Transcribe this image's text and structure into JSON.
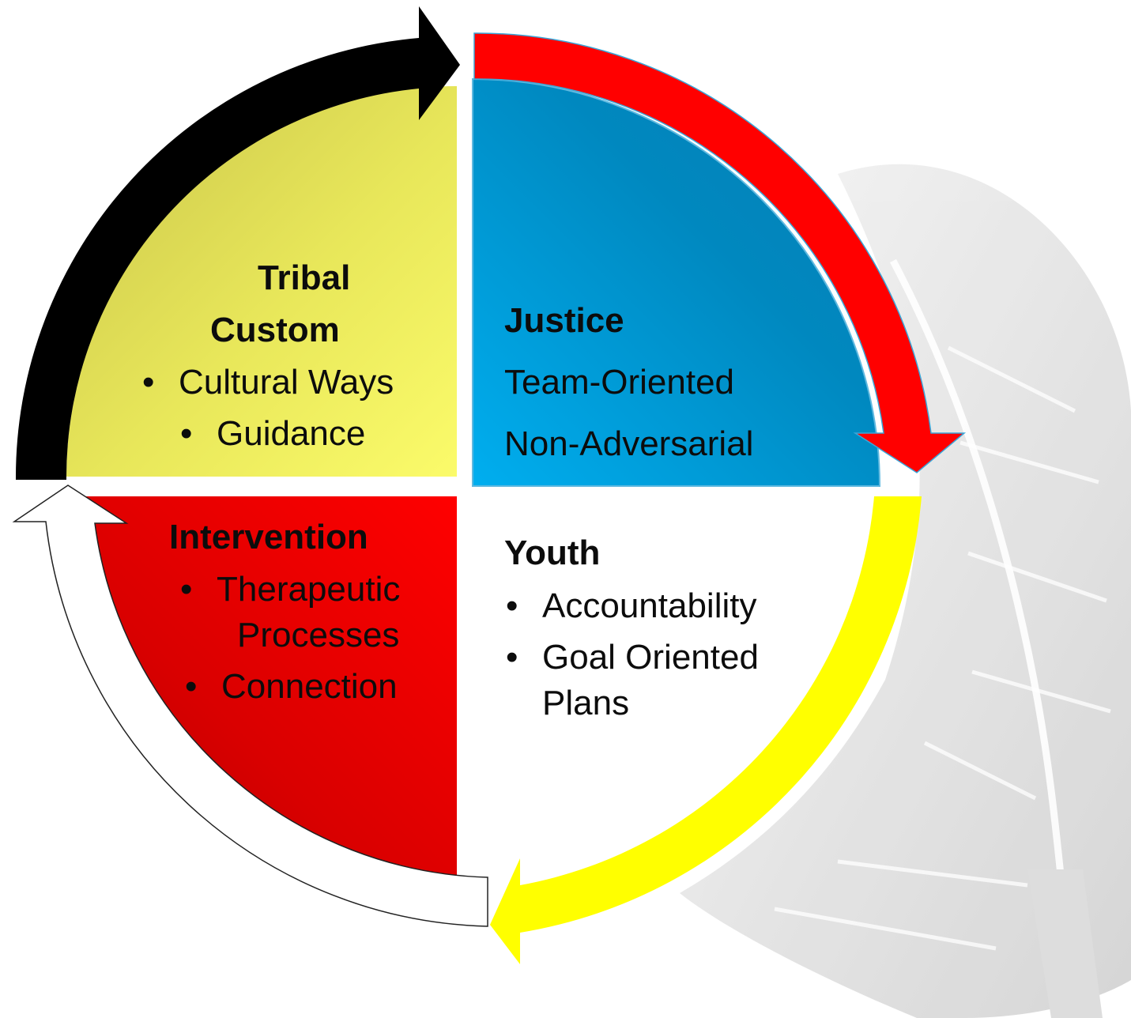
{
  "quadrants": {
    "tribal_custom": {
      "title_line1": "Tribal",
      "title_line2": "Custom",
      "items": [
        "Cultural Ways",
        "Guidance"
      ],
      "color": "#e4e54e"
    },
    "justice": {
      "title": "Justice",
      "lines": [
        "Team-Oriented",
        "Non-Adversarial"
      ],
      "color": "#0a8cc4"
    },
    "youth": {
      "title": "Youth",
      "items": [
        "Accountability",
        "Goal Oriented",
        "Plans"
      ],
      "color": "#ffffff"
    },
    "intervention": {
      "title": "Intervention",
      "items": [
        "Therapeutic",
        "Processes",
        "Connection"
      ],
      "color": "#d90000"
    }
  },
  "arrows": {
    "black": "#000000",
    "red": "#ff0000",
    "yellow": "#ffff00",
    "white": "#ffffff"
  },
  "background_icon": "feather-icon"
}
